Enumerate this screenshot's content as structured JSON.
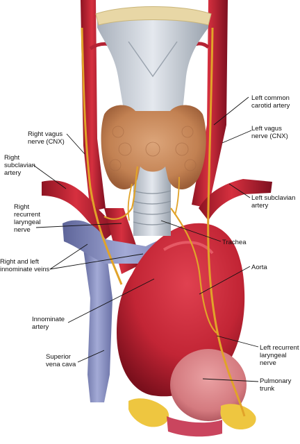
{
  "labels": {
    "left_common_carotid": "Left common\ncarotid artery",
    "left_vagus": "Left vagus\nnerve (CNX)",
    "right_vagus": "Right vagus\nnerve (CNX)",
    "right_subclavian": "Right\nsubclavian\nartery",
    "left_subclavian": "Left subclavian\nartery",
    "right_recurrent": "Right\nrecurrent\nlaryngeal\nnerve",
    "trachea": "Trachea",
    "innominate_veins": "Right and left\ninnominate veins",
    "aorta": "Aorta",
    "innominate_artery": "Innominate\nartery",
    "superior_vena_cava": "Superior\nvena cava",
    "left_recurrent": "Left recurrent\nlaryngeal\nnerve",
    "pulmonary_trunk": "Pulmonary\ntrunk"
  },
  "colors": {
    "artery": "#c8283a",
    "artery_dark": "#8e1422",
    "vein": "#8e96c6",
    "vein_dark": "#5d6499",
    "nerve": "#e1a329",
    "thyroid": "#c98a5a",
    "cartilage": "#c9d0d8",
    "fat": "#eec640",
    "pulmonary": "#d9868a"
  }
}
